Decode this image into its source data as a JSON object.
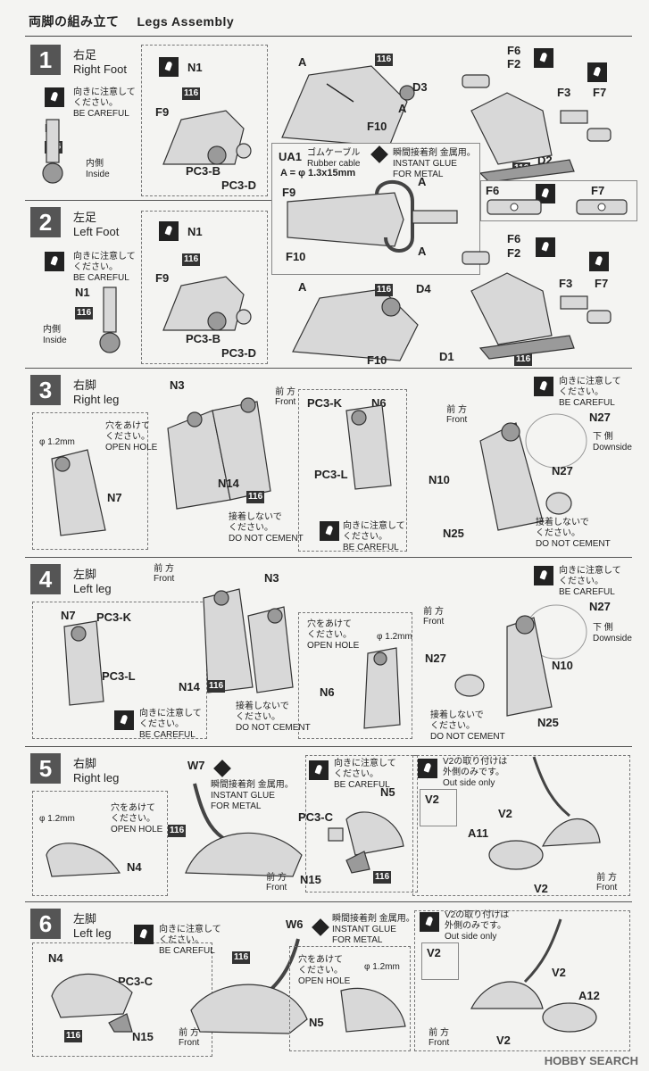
{
  "header": {
    "title_jp": "両脚の組み立て",
    "title_en": "Legs Assembly"
  },
  "common": {
    "careful_jp": "向きに注意して\nください。",
    "careful_en": "BE CAREFUL",
    "hole_jp": "穴をあけて\nください。",
    "hole_en": "OPEN HOLE",
    "hole_size": "φ 1.2mm",
    "nocement_jp": "接着しないで\nください。",
    "nocement_en": "DO NOT CEMENT",
    "glue_jp": "瞬間接着剤 金属用。",
    "glue_en": "INSTANT GLUE\nFOR METAL",
    "front_jp": "前 方",
    "front_en": "Front",
    "inside_jp": "内側",
    "inside_en": "Inside",
    "down_jp": "下 側",
    "down_en": "Downside",
    "v2_jp": "V2の取り付けは\n外側のみです。",
    "v2_en": "Out side only",
    "code116": "116"
  },
  "step1": {
    "num": "1",
    "jp": "右足",
    "en": "Right Foot"
  },
  "step2": {
    "num": "2",
    "jp": "左足",
    "en": "Left Foot"
  },
  "step3": {
    "num": "3",
    "jp": "右脚",
    "en": "Right leg"
  },
  "step4": {
    "num": "4",
    "jp": "左脚",
    "en": "Left leg"
  },
  "step5": {
    "num": "5",
    "jp": "右脚",
    "en": "Right leg"
  },
  "step6": {
    "num": "6",
    "jp": "左脚",
    "en": "Left leg"
  },
  "ua1": {
    "code": "UA1",
    "jp": "ゴムケーブル",
    "en": "Rubber cable",
    "size": "A = φ 1.3x15mm"
  },
  "parts": {
    "N1": "N1",
    "F9": "F9",
    "PC3B": "PC3-B",
    "PC3D": "PC3-D",
    "F10": "F10",
    "F6": "F6",
    "F2": "F2",
    "F3": "F3",
    "F7": "F7",
    "D3": "D3",
    "D2": "D2",
    "D4": "D4",
    "D1": "D1",
    "A": "A",
    "N3": "N3",
    "N6": "N6",
    "PC3K": "PC3-K",
    "PC3L": "PC3-L",
    "N7": "N7",
    "N14": "N14",
    "N10": "N10",
    "N25": "N25",
    "N27": "N27",
    "W7": "W7",
    "W6": "W6",
    "N5": "N5",
    "N4": "N4",
    "PC3C": "PC3-C",
    "N15": "N15",
    "V2": "V2",
    "A11": "A11",
    "A12": "A12"
  },
  "watermark": "HOBBY SEARCH"
}
